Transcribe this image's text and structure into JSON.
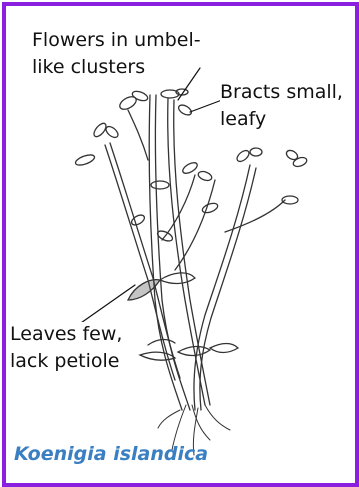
{
  "labels": {
    "flowers_line1": "Flowers in umbel-",
    "flowers_line2": "like clusters",
    "bracts_line1": "Bracts small,",
    "bracts_line2": "leafy",
    "leaves_line1": "Leaves few,",
    "leaves_line2": "lack petiole"
  },
  "species_name": "Koenigia islandica",
  "colors": {
    "border": "#8a1fe0",
    "species_text": "#3a7fc1",
    "ink": "#333333"
  }
}
